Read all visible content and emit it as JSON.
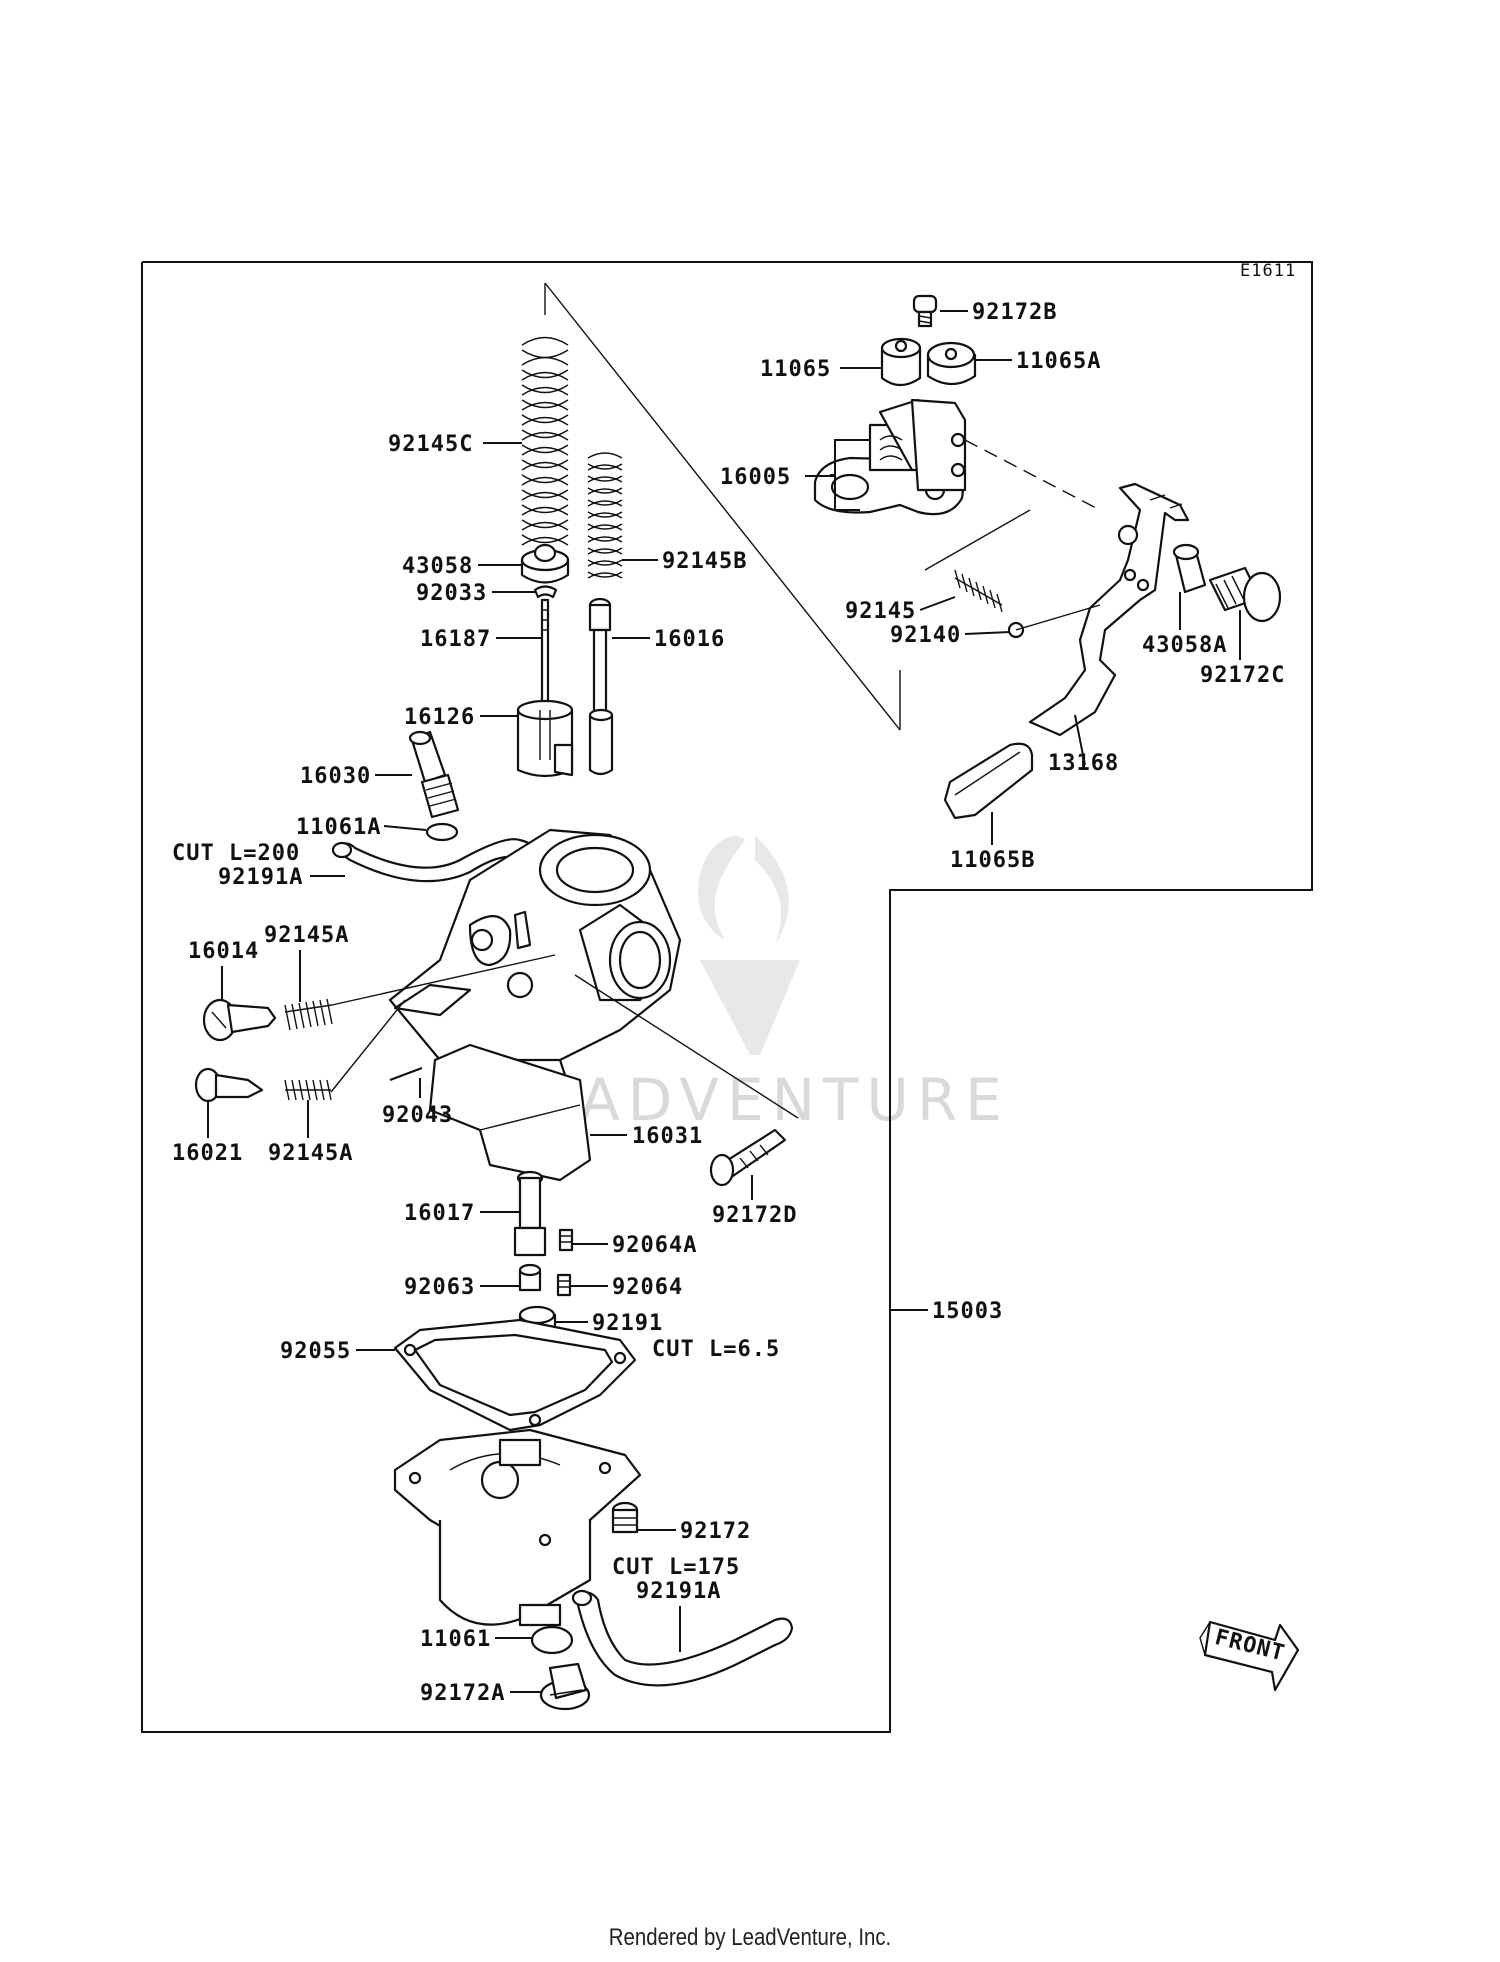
{
  "diagram_code": "E1611",
  "labels": {
    "l92172B": "92172B",
    "l11065": "11065",
    "l11065A": "11065A",
    "l16005": "16005",
    "l92145": "92145",
    "l92140": "92140",
    "l43058A": "43058A",
    "l92172C": "92172C",
    "l13168": "13168",
    "l11065B": "11065B",
    "l92145C": "92145C",
    "l43058": "43058",
    "l92033": "92033",
    "l92145B": "92145B",
    "l16187": "16187",
    "l16016": "16016",
    "l16126": "16126",
    "l16030": "16030",
    "l11061A": "11061A",
    "cut200": "CUT L=200",
    "l92191A_top": "92191A",
    "l16014": "16014",
    "l92145A_1": "92145A",
    "l16021": "16021",
    "l92145A_2": "92145A",
    "l92043": "92043",
    "l16031": "16031",
    "l92172D": "92172D",
    "l16017": "16017",
    "l92064A": "92064A",
    "l92063": "92063",
    "l92064": "92064",
    "l15003": "15003",
    "l92191": "92191",
    "cut65": "CUT L=6.5",
    "l92055": "92055",
    "l92172": "92172",
    "cut175": "CUT L=175",
    "l92191A_bot": "92191A",
    "l11061": "11061",
    "l92172A": "92172A"
  },
  "front_badge": "FRONT",
  "watermark": "LEADVENTURE",
  "footer": "Rendered by LeadVenture, Inc."
}
